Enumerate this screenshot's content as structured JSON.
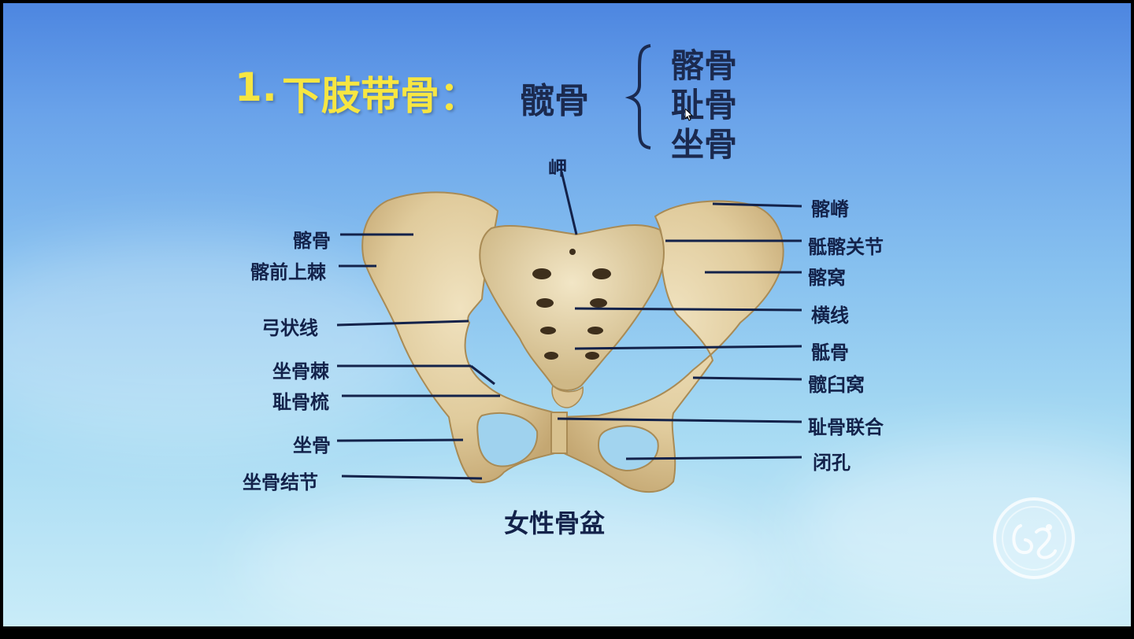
{
  "title": {
    "number": "1.",
    "main": "下肢带骨：",
    "sub": "髋骨"
  },
  "brace_items": [
    "髂骨",
    "耻骨",
    "坐骨"
  ],
  "labels": {
    "promontory": "岬",
    "left": [
      "髂骨",
      "髂前上棘",
      "弓状线",
      "坐骨棘",
      "耻骨梳",
      "坐骨",
      "坐骨结节"
    ],
    "right": [
      "髂嵴",
      "骶髂关节",
      "髂窝",
      "横线",
      "骶骨",
      "髋臼窝",
      "耻骨联合",
      "闭孔"
    ]
  },
  "caption": "女性骨盆",
  "icons": {
    "logo": "logo-watermark-icon",
    "cursor": "mouse-cursor-icon"
  },
  "colors": {
    "title_yellow": "#f7e641",
    "text_navy": "#13224a",
    "bone": "#e2cfa6"
  }
}
